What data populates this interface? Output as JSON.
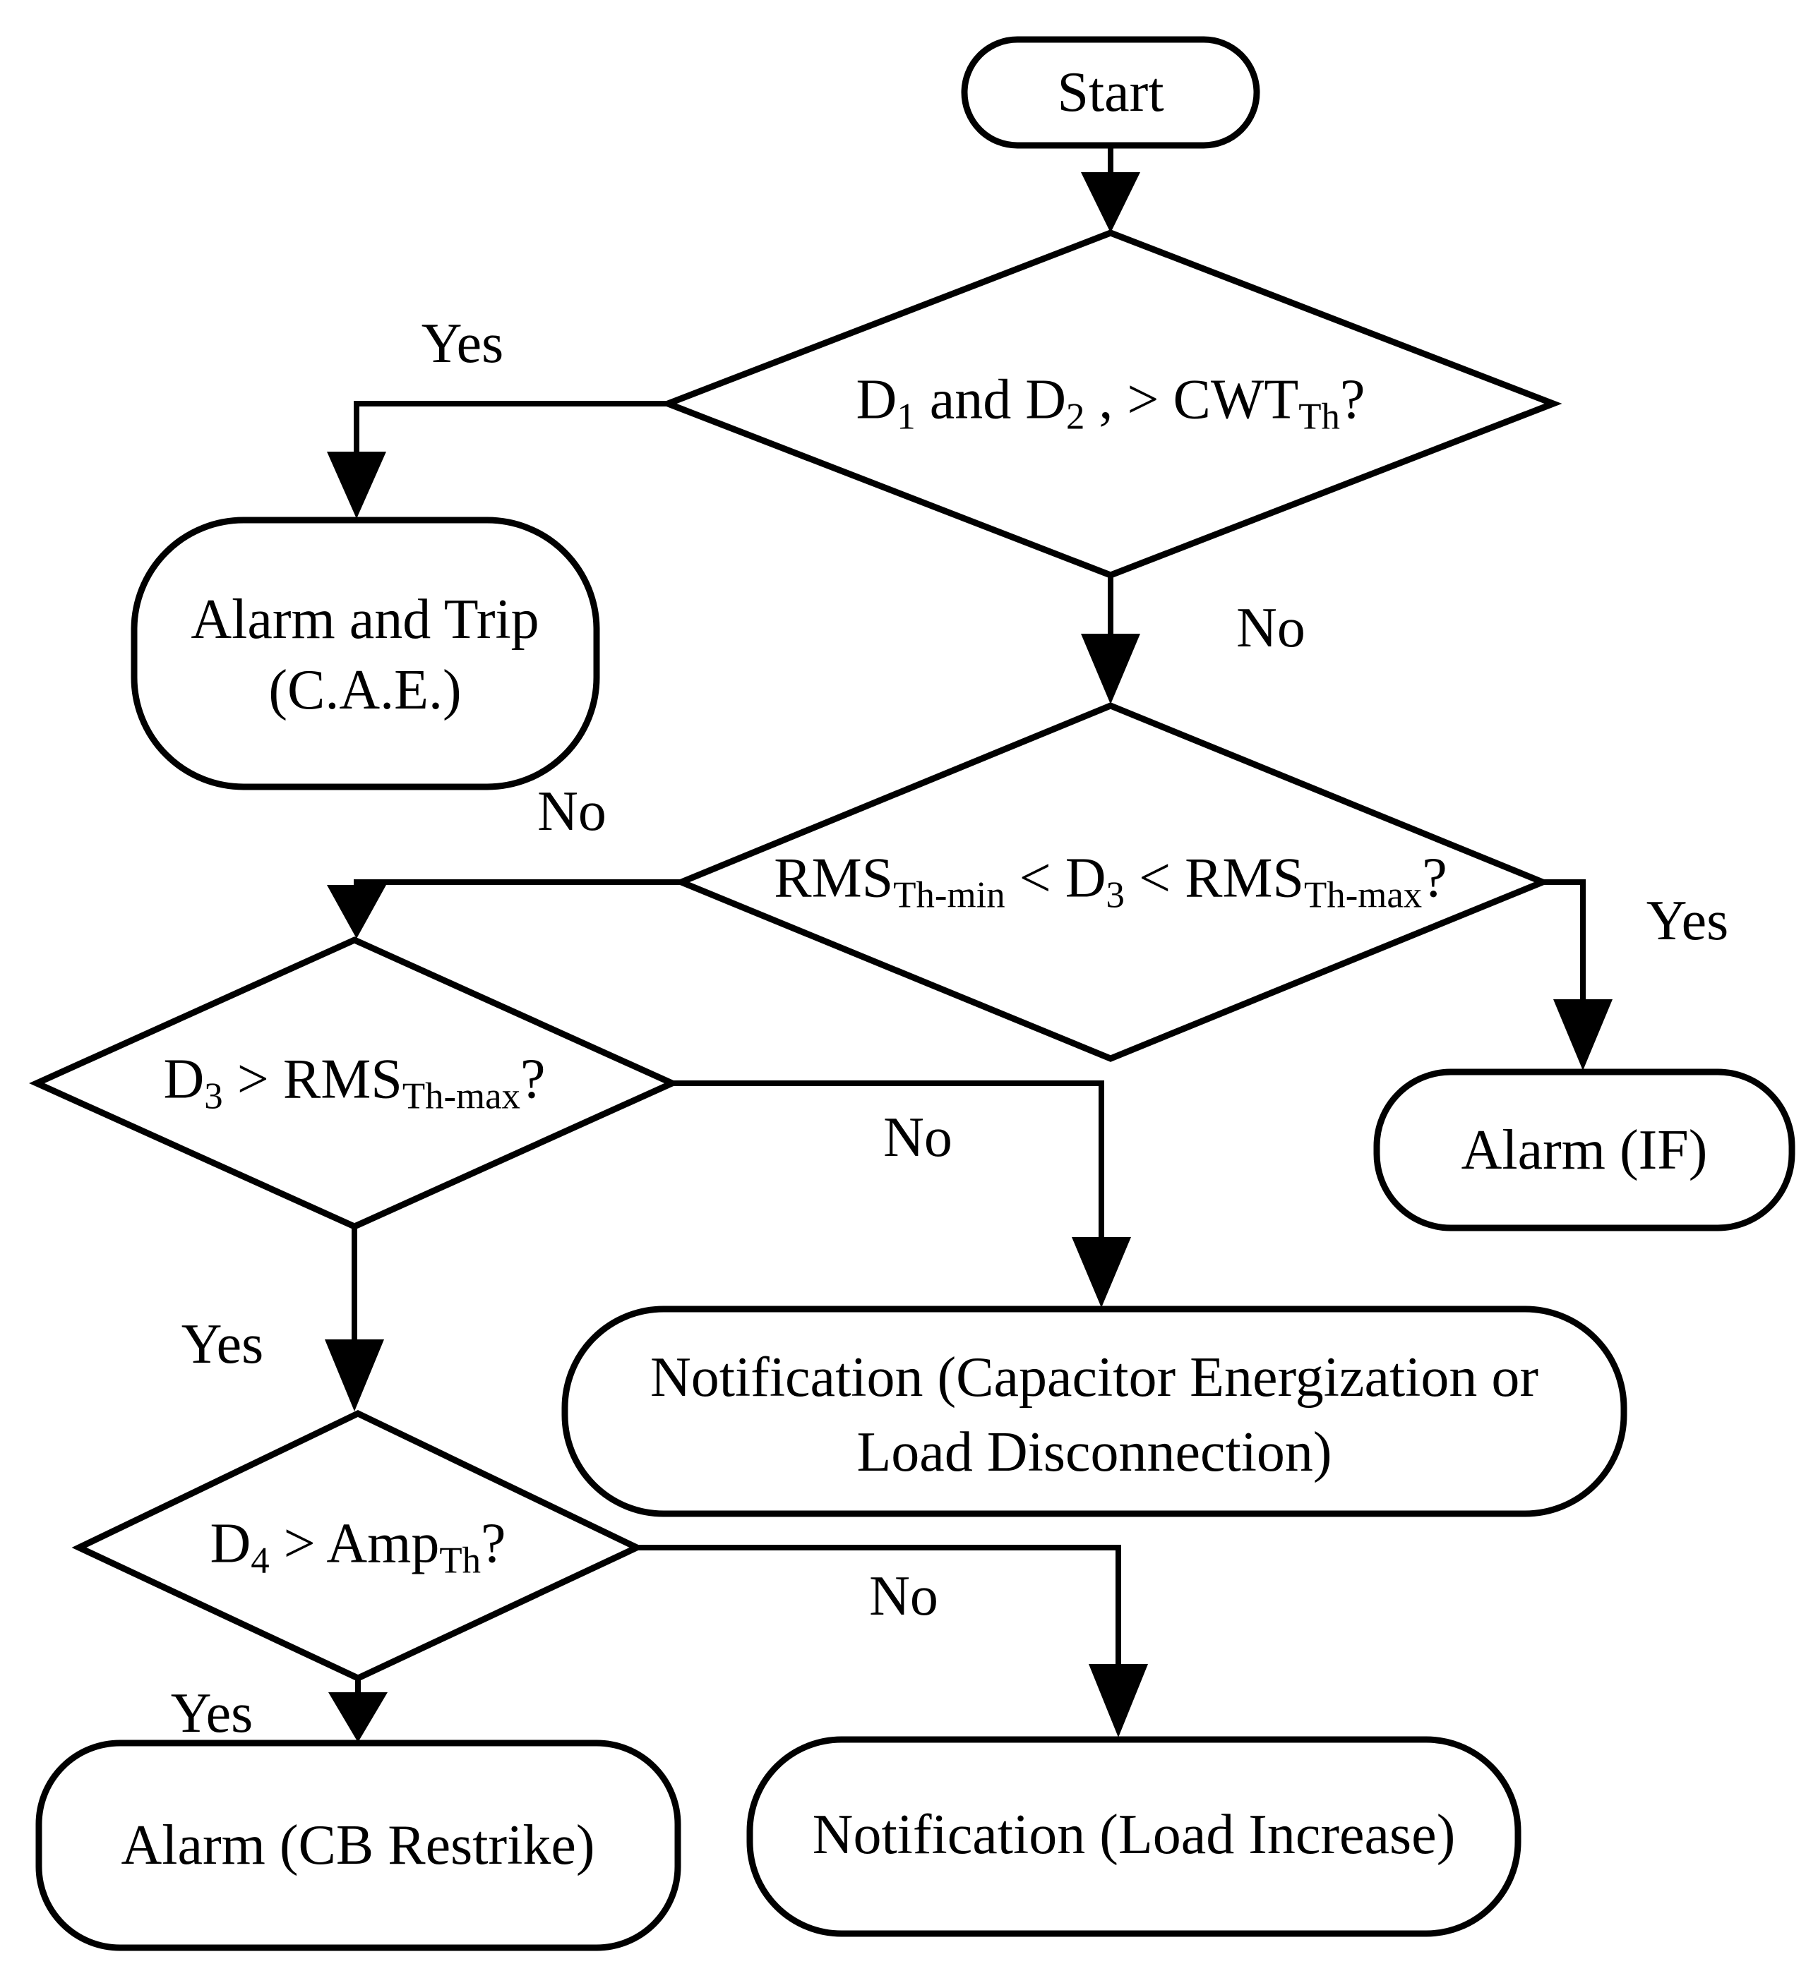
{
  "flowchart": {
    "background_color": "#ffffff",
    "stroke_color": "#000000",
    "text_color": "#000000",
    "nodes": {
      "start": {
        "type": "terminator",
        "lines": [
          [
            {
              "t": "Start"
            }
          ]
        ]
      },
      "d1": {
        "type": "decision",
        "lines": [
          [
            {
              "t": "D"
            },
            {
              "t": "1",
              "sub": true
            },
            {
              "t": " and D"
            },
            {
              "t": "2",
              "sub": true
            },
            {
              "t": " , > CWT"
            },
            {
              "t": "Th",
              "sub": true
            },
            {
              "t": "?"
            }
          ]
        ]
      },
      "alarm_trip": {
        "type": "terminator",
        "lines": [
          [
            {
              "t": "Alarm and Trip"
            }
          ],
          [
            {
              "t": "(C.A.E.)"
            }
          ]
        ]
      },
      "d2": {
        "type": "decision",
        "lines": [
          [
            {
              "t": "RMS"
            },
            {
              "t": "Th-min",
              "sub": true
            },
            {
              "t": " < D"
            },
            {
              "t": "3",
              "sub": true
            },
            {
              "t": " < RMS"
            },
            {
              "t": "Th-max",
              "sub": true
            },
            {
              "t": "?"
            }
          ]
        ]
      },
      "alarm_if": {
        "type": "terminator",
        "lines": [
          [
            {
              "t": "Alarm (IF)"
            }
          ]
        ]
      },
      "d3": {
        "type": "decision",
        "lines": [
          [
            {
              "t": "D"
            },
            {
              "t": "3",
              "sub": true
            },
            {
              "t": " > RMS"
            },
            {
              "t": "Th-max",
              "sub": true
            },
            {
              "t": "?"
            }
          ]
        ]
      },
      "notif_cap": {
        "type": "terminator",
        "lines": [
          [
            {
              "t": "Notification (Capacitor Energization or"
            }
          ],
          [
            {
              "t": "Load Disconnection)"
            }
          ]
        ]
      },
      "d4": {
        "type": "decision",
        "lines": [
          [
            {
              "t": "D"
            },
            {
              "t": "4",
              "sub": true
            },
            {
              "t": " > Amp"
            },
            {
              "t": "Th",
              "sub": true
            },
            {
              "t": "?"
            }
          ]
        ]
      },
      "alarm_cb": {
        "type": "terminator",
        "lines": [
          [
            {
              "t": "Alarm (CB Restrike)"
            }
          ]
        ]
      },
      "notif_load": {
        "type": "terminator",
        "lines": [
          [
            {
              "t": "Notification (Load Increase)"
            }
          ]
        ]
      }
    },
    "edge_labels": {
      "d1_yes": "Yes",
      "d1_no": "No",
      "d2_yes": "Yes",
      "d2_no": "No",
      "d3_yes": "Yes",
      "d3_no": "No",
      "d4_yes": "Yes",
      "d4_no": "No"
    }
  }
}
